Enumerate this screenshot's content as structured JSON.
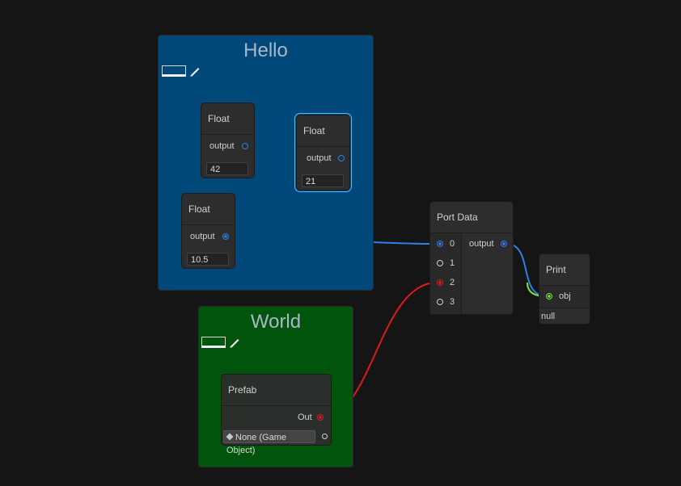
{
  "groups": {
    "hello": {
      "title": "Hello",
      "color": "#00487a"
    },
    "world": {
      "title": "World",
      "color": "#00540c"
    }
  },
  "nodes": {
    "float_a": {
      "title": "Float",
      "output_label": "output",
      "value": "42"
    },
    "float_b": {
      "title": "Float",
      "output_label": "output",
      "value": "21"
    },
    "float_c": {
      "title": "Float",
      "output_label": "output",
      "value": "10.5"
    },
    "port_data": {
      "title": "Port Data",
      "inputs": [
        "0",
        "1",
        "2",
        "3"
      ],
      "output_label": "output"
    },
    "print": {
      "title": "Print",
      "input_label": "obj",
      "value": "null"
    },
    "prefab": {
      "title": "Prefab",
      "output_label": "Out",
      "object_field": "None (Game Object)"
    }
  },
  "colors": {
    "canvas": "#151515",
    "float_wire": "#2f7fe6",
    "object_wire": "#e01a1a",
    "string_wire": "#7de23a",
    "selection": "#44c0ff"
  },
  "icons": [
    "pencil-icon",
    "gameobject-icon",
    "port-icon"
  ]
}
